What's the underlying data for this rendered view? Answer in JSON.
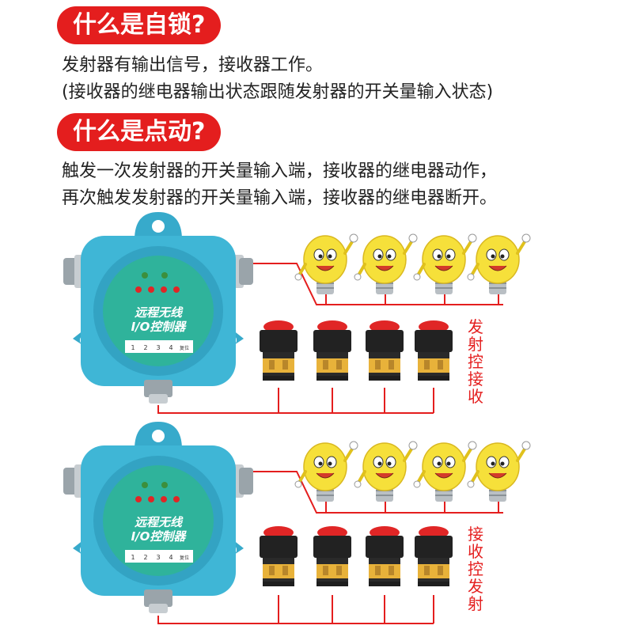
{
  "section1": {
    "title": "什么是自锁?",
    "line1": "发射器有输出信号，接收器工作。",
    "line2": "(接收器的继电器输出状态跟随发射器的开关量输入状态)"
  },
  "section2": {
    "title": "什么是点动?",
    "line1": "触发一次发射器的开关量输入端，接收器的继电器动作，",
    "line2": "再次触发发射器的开关量输入端，接收器的继电器断开。"
  },
  "device": {
    "label_line1": "远程无线",
    "label_line2": "I/O控制器",
    "keys": [
      "1",
      "2",
      "3",
      "4",
      "复位"
    ]
  },
  "diagram1": {
    "side_label": "发射控接收"
  },
  "diagram2": {
    "side_label": "接收控发射"
  },
  "colors": {
    "accent": "#e41e1e",
    "device_body": "#3fb6d6",
    "bulb": "#f6e03a",
    "button_cap": "#e02626",
    "wire": "#e41e1e"
  }
}
